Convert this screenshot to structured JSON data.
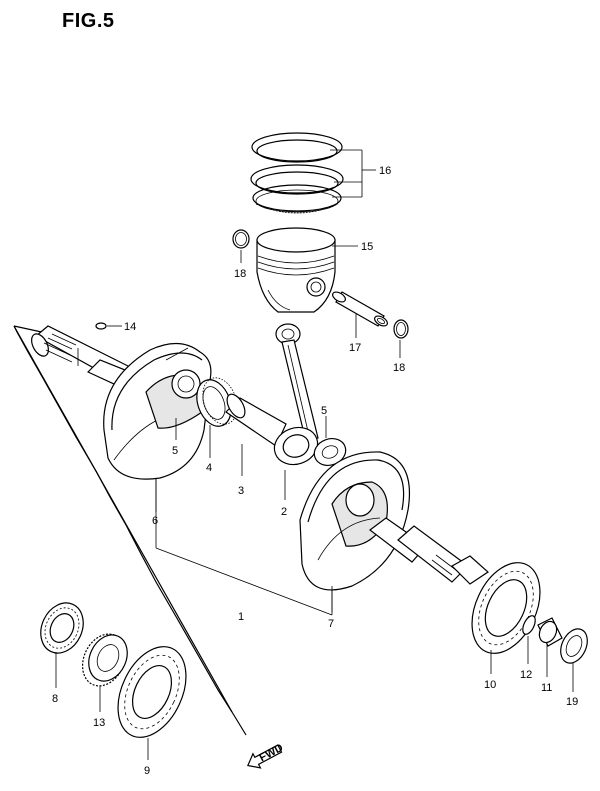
{
  "figure": {
    "title": "FIG.5"
  },
  "fwd_label": "FWD",
  "callouts": {
    "c1": "1",
    "c2": "2",
    "c3": "3",
    "c4": "4",
    "c5a": "5",
    "c5b": "5",
    "c6": "6",
    "c7": "7",
    "c8": "8",
    "c9": "9",
    "c10": "10",
    "c11": "11",
    "c12": "12",
    "c13": "13",
    "c14": "14",
    "c15": "15",
    "c16": "16",
    "c17": "17",
    "c18a": "18",
    "c18b": "18",
    "c19": "19"
  }
}
